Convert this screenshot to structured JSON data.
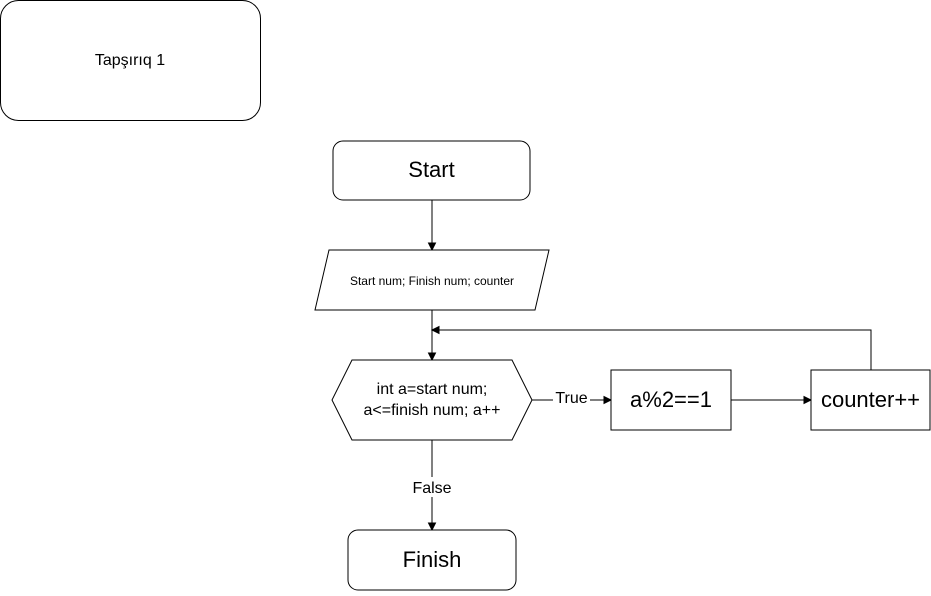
{
  "diagram": {
    "title_box": {
      "label": "Tapşırıq 1"
    },
    "nodes": {
      "start": {
        "label": "Start"
      },
      "input": {
        "label": "Start num; Finish num; counter"
      },
      "loop": {
        "line1": "int a=start num;",
        "line2": "a<=finish num; a++"
      },
      "condition": {
        "label": "a%2==1"
      },
      "increment": {
        "label": "counter++"
      },
      "finish": {
        "label": "Finish"
      }
    },
    "edges": {
      "true_label": "True",
      "false_label": "False"
    },
    "colors": {
      "stroke": "#000000",
      "fill": "#ffffff",
      "text": "#000000"
    }
  }
}
